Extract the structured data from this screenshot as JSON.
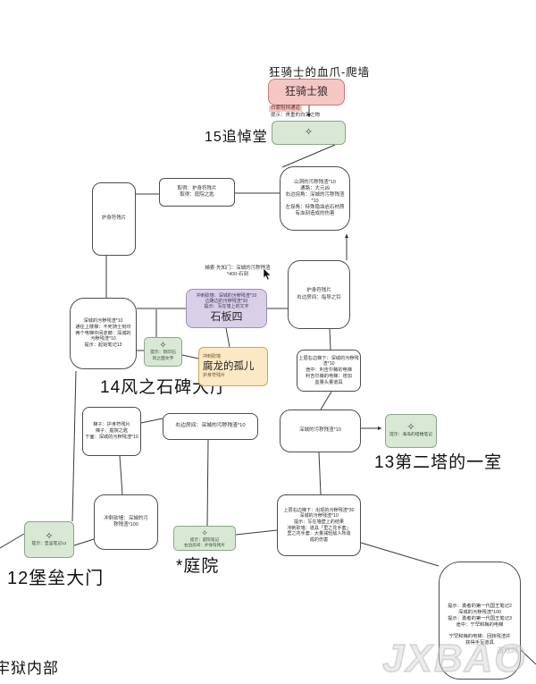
{
  "icons": {
    "checkpoint": "✧"
  },
  "watermark": {
    "big": "JXBAO",
    "small": "游戏网"
  },
  "labels": {
    "hall15": "15追悼堂",
    "hall14": "14风之石碑大厅",
    "room13": "13第二塔的一室",
    "gate12": "12堡垒大门",
    "courtyard": "*庭院",
    "prison": "牢狱内部"
  },
  "annotations": {
    "boss_note": "狂骑士的血爪-爬墙",
    "above_slab": "梯索·先知门：深城的污秽残渣\n*400-石刻"
  },
  "nodes": {
    "boss": {
      "title": "狂骑士狼",
      "tag": "白雾阻挡通道",
      "tip": "提示：贵重的白呆之物"
    },
    "pickupA": {
      "text": "取得：护身符残片\n取得：庭院之匙"
    },
    "caveB": {
      "text": "山洞的污秽残渣*10\n通路：大元凶\n右边拐角：深城的污秽残渣\n*10\n左拐角：特殊隐血岩石材质\n有血刻造成的伤害"
    },
    "talismanC": {
      "text": "护身符残片"
    },
    "hallD": {
      "text": "深城的污秽残渣*10\n通往上楼梯：不死骑士刻印\n两个电梯中间走廊：深城的\n污秽残渣*10\n提示：起始笔记13"
    },
    "checkpointE": {
      "tip": "提示：刻印石\n风之图文字"
    },
    "slabF": {
      "tip": "冲刺砍墙：深城的污秽残渣*10\n边路边的污秽残渣*30\n提示：写在墙上的文字",
      "title": "石板四"
    },
    "orphanG": {
      "top": "冲刺砍墙",
      "title": "腐龙的孤儿",
      "bottom": "护身符残片"
    },
    "roomH": {
      "text": "护身符残片\n右边房间：指导之铃"
    },
    "stairsI": {
      "text": "上层右边梯下：深城的污秽残\n渣*10\n途中：利吉尔薇的电梯\n利吉尔薇的电梯：增加\n血量头量道具"
    },
    "ladderJ": {
      "text": "梯子：护身符残片\n梯子：庭院之匙\n下面：深城的污秽残渣*10"
    },
    "roomK": {
      "text": "右边房间：深城的污秽残渣*10"
    },
    "remnantL": {
      "text": "深城的污秽残渣*10"
    },
    "checkpointM": {
      "tip": "提示：海岛的塔楼笔记"
    },
    "wallN": {
      "text": "冲刺砍墙：深城的污\n秽残渣*100"
    },
    "checkpointO": {
      "tip": "提示：堡垒笔记12"
    },
    "checkpointP": {
      "tip": "提示：庭院笔记\n右边房间：护身符残片"
    },
    "upperQ": {
      "text": "上层右边梯下：出现的污秽残渣*30\n深城的污秽残渣*10\n提示：写在墙壁上的结果\n冲刺砍墙：道具「里之花手套」\n里之花手套：大量减轻敌人所造\n成的伤害"
    },
    "kingR": {
      "text": "提示：勇者的第一代国王笔记2\n深城的污秽残渣*100\n提示：勇者的第一代国王笔记3\n途中：宁罕和梅的电梯\n\n宁罕和梅的电梯：回转残渣并\n获得手写道具"
    }
  }
}
